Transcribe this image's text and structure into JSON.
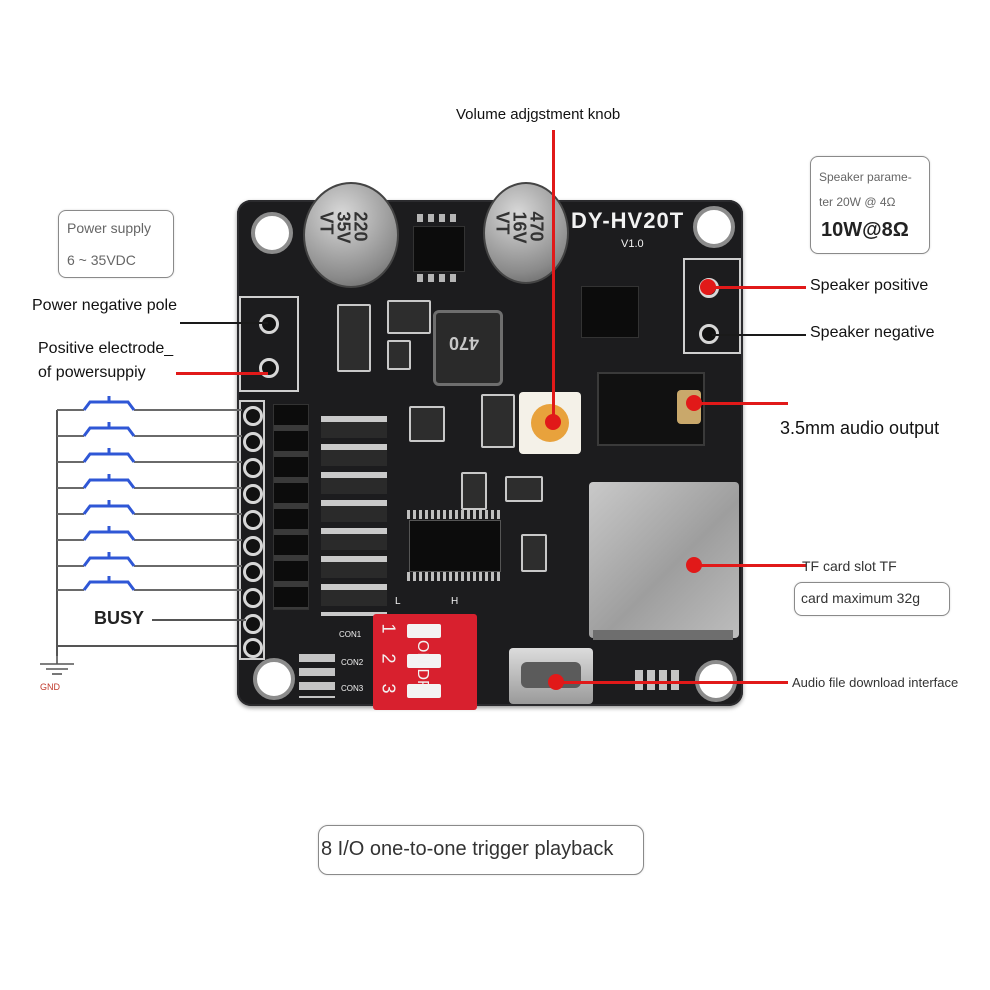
{
  "labels": {
    "volume_knob": "Volume adjgstment knob",
    "power_negative": "Power negative pole",
    "positive_electrode_line1": "Positive electrode_",
    "positive_electrode_line2": "of powersuppiy",
    "speaker_positive": "Speaker positive",
    "speaker_negative": "Speaker negative",
    "audio_output": "3.5mm audio output",
    "tf_slot_line1": "TF card slot TF",
    "tf_slot_line2": "card maximum 32g",
    "download_interface": "Audio file download interface",
    "busy": "BUSY",
    "gnd": "GND"
  },
  "boxes": {
    "power_supply": {
      "line1": "Power supply",
      "line2": "6 ~ 35VDC"
    },
    "speaker_param": {
      "line1": "Speaker parame-",
      "line2": "ter 20W @ 4Ω",
      "line3": "10W@8Ω"
    },
    "caption": "8 I/O one-to-one trigger playback"
  },
  "board": {
    "model": "DY-HV20T",
    "version": "V1.0",
    "cap1": "220\n35V\nVT",
    "cap2": "470\n16V\nVT",
    "inductor": "470",
    "dip_on": "ON DP",
    "dip_numbers": [
      "1",
      "2",
      "3"
    ],
    "dip_l": "L",
    "dip_h": "H",
    "con_labels": [
      "CON1",
      "CON2",
      "CON3"
    ]
  },
  "colors": {
    "annotation_red": "#e11919",
    "board": "#1c1c1e",
    "dip_switch": "#d8202e",
    "knob": "#e8a23c",
    "button_symbol": "#2f57d6"
  }
}
